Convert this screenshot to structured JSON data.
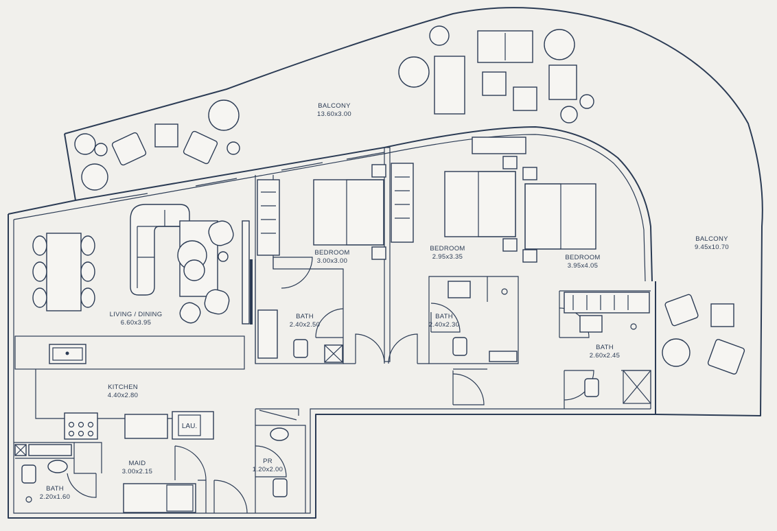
{
  "rooms": {
    "balcony_top": {
      "name": "BALCONY",
      "size": "13.60x3.00"
    },
    "balcony_right": {
      "name": "BALCONY",
      "size": "9.45x10.70"
    },
    "living": {
      "name": "LIVING / DINING",
      "size": "6.60x3.95"
    },
    "bedroom1": {
      "name": "BEDROOM",
      "size": "3.00x3.00"
    },
    "bedroom2": {
      "name": "BEDROOM",
      "size": "2.95x3.35"
    },
    "bedroom3": {
      "name": "BEDROOM",
      "size": "3.95x4.05"
    },
    "bath1": {
      "name": "BATH",
      "size": "2.40x2.50"
    },
    "bath2": {
      "name": "BATH",
      "size": "2.40x2.30"
    },
    "bath3": {
      "name": "BATH",
      "size": "2.60x2.45"
    },
    "kitchen": {
      "name": "KITCHEN",
      "size": "4.40x2.80"
    },
    "maid": {
      "name": "MAID",
      "size": "3.00x2.15"
    },
    "bath_maid": {
      "name": "BATH",
      "size": "2.20x1.60"
    },
    "pr": {
      "name": "PR",
      "size": "1.20x2.00"
    }
  },
  "fixtures": {
    "laundry": "LAU."
  },
  "colors": {
    "background": "#f1f0ec",
    "line": "#2b3b54"
  }
}
